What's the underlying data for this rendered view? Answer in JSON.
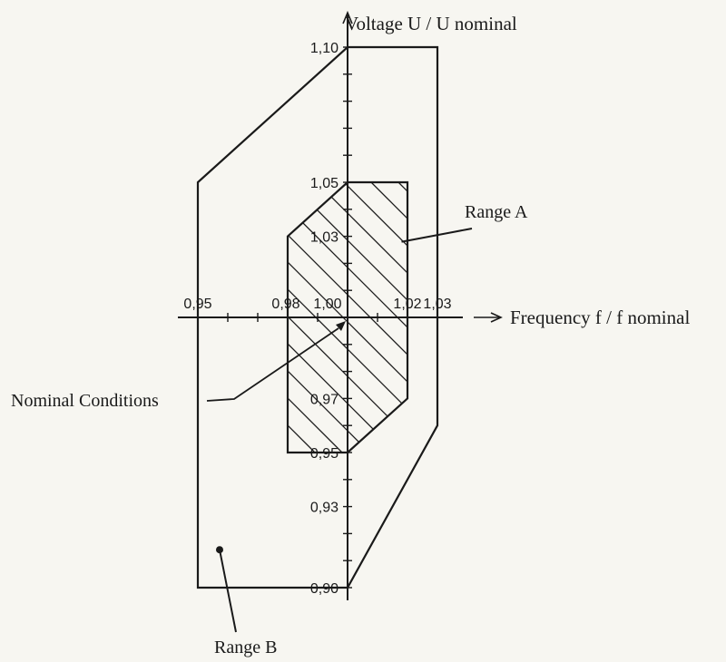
{
  "chart_data": {
    "type": "diagram",
    "x_axis": {
      "label": "Frequency f / f nominal",
      "tick_labels": [
        {
          "value": 0.95,
          "text": "0,95"
        },
        {
          "value": 0.98,
          "text": "0,98"
        },
        {
          "value": 1.0,
          "text": "1,00"
        },
        {
          "value": 1.02,
          "text": "1,02"
        },
        {
          "value": 1.03,
          "text": "1,03"
        }
      ],
      "minor_ticks": [
        0.96,
        0.97,
        0.99,
        1.01
      ]
    },
    "y_axis": {
      "label": "Voltage U / U nominal",
      "tick_labels": [
        {
          "value": 1.1,
          "text": "1,10"
        },
        {
          "value": 1.05,
          "text": "1,05"
        },
        {
          "value": 1.03,
          "text": "1,03"
        },
        {
          "value": 0.97,
          "text": "0,97"
        },
        {
          "value": 0.95,
          "text": "0,95"
        },
        {
          "value": 0.93,
          "text": "0,93"
        },
        {
          "value": 0.9,
          "text": "0,90"
        }
      ],
      "minor_ticks": [
        1.09,
        1.08,
        1.07,
        1.06,
        1.04,
        1.02,
        1.01,
        0.99,
        0.98,
        0.96,
        0.94,
        0.92,
        0.91
      ]
    },
    "regions": [
      {
        "name": "Range B",
        "polygon": [
          [
            1.0,
            1.1
          ],
          [
            1.03,
            1.1
          ],
          [
            1.03,
            0.96
          ],
          [
            1.0,
            0.9
          ],
          [
            0.95,
            0.9
          ],
          [
            0.95,
            1.05
          ]
        ]
      },
      {
        "name": "Range A",
        "hatched": true,
        "polygon": [
          [
            1.0,
            1.05
          ],
          [
            1.02,
            1.05
          ],
          [
            1.02,
            0.97
          ],
          [
            1.0,
            0.95
          ],
          [
            0.98,
            0.95
          ],
          [
            0.98,
            1.03
          ]
        ]
      }
    ],
    "annotations": [
      {
        "text": "Range A",
        "points_to": [
          1.015,
          1.03
        ]
      },
      {
        "text": "Range B",
        "points_to": [
          0.97,
          0.91
        ]
      },
      {
        "text": "Nominal Conditions",
        "points_to": [
          1.0,
          1.0
        ]
      }
    ]
  }
}
